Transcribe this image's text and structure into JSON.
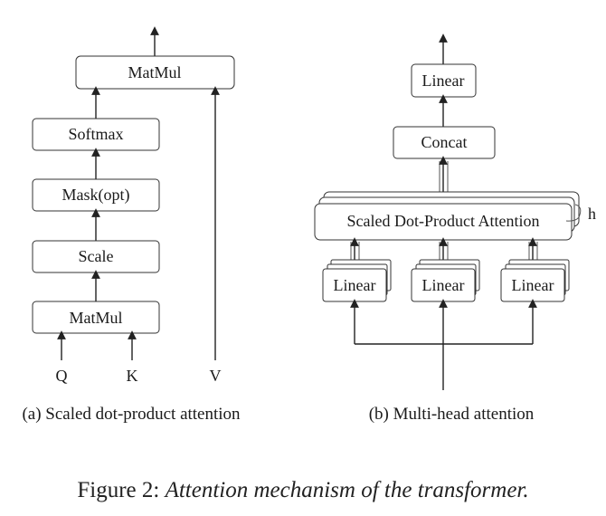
{
  "left": {
    "boxes": [
      "MatMul",
      "Softmax",
      "Mask(opt)",
      "Scale",
      "MatMul"
    ],
    "inputs": [
      "Q",
      "K",
      "V"
    ],
    "subcaption": "(a) Scaled dot-product attention"
  },
  "right": {
    "top_linear": "Linear",
    "concat": "Concat",
    "attention": "Scaled Dot-Product Attention",
    "h_label": "h",
    "linears": [
      "Linear",
      "Linear",
      "Linear"
    ],
    "subcaption": "(b) Multi-head attention"
  },
  "caption": {
    "prefix": "Figure 2: ",
    "italic": "Attention mechanism of the transformer."
  }
}
